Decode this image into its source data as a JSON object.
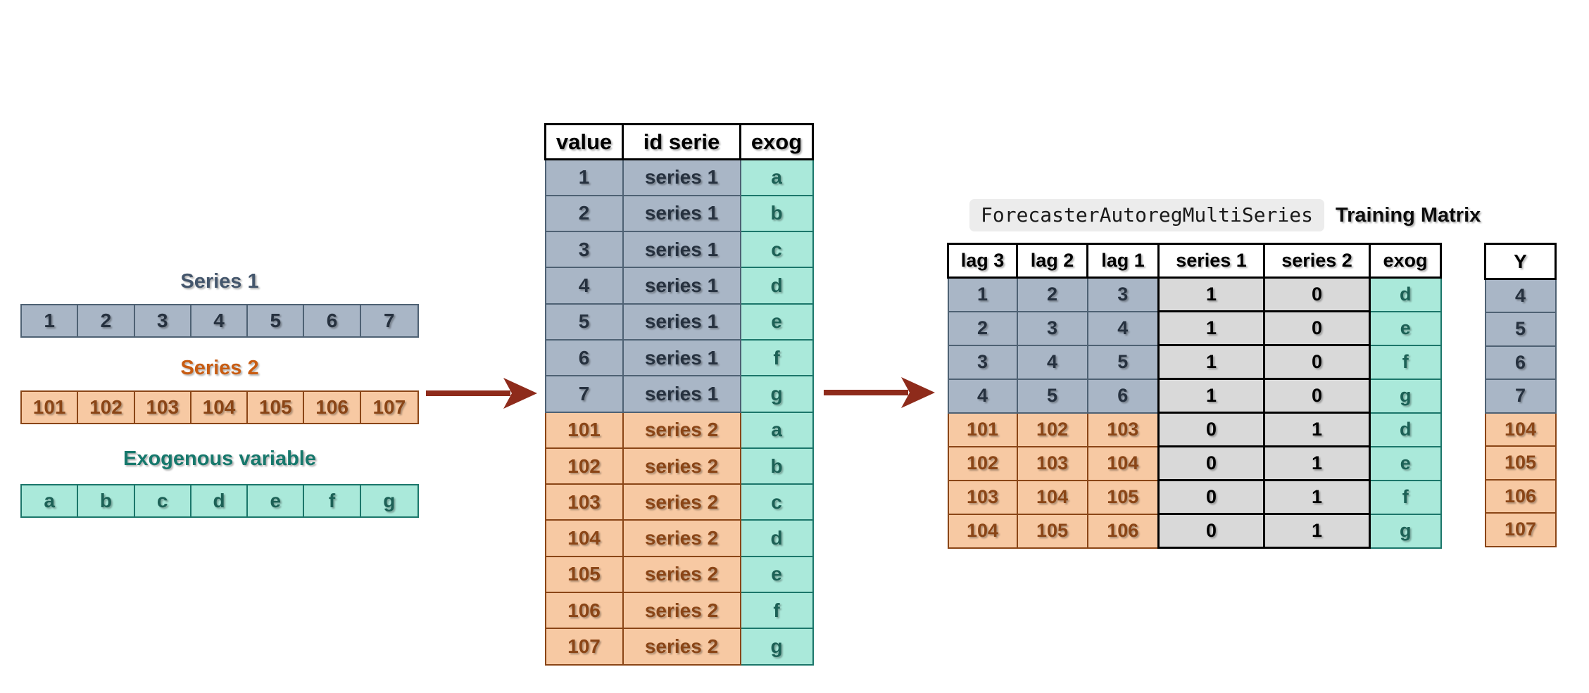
{
  "left": {
    "series1_title": "Series 1",
    "series1_values": [
      "1",
      "2",
      "3",
      "4",
      "5",
      "6",
      "7"
    ],
    "series2_title": "Series 2",
    "series2_values": [
      "101",
      "102",
      "103",
      "104",
      "105",
      "106",
      "107"
    ],
    "exog_title": "Exogenous variable",
    "exog_values": [
      "a",
      "b",
      "c",
      "d",
      "e",
      "f",
      "g"
    ]
  },
  "middle_table": {
    "headers": [
      "value",
      "id serie",
      "exog"
    ],
    "rows": [
      {
        "value": "1",
        "serie": "series 1",
        "exog": "a",
        "theme": "s1"
      },
      {
        "value": "2",
        "serie": "series 1",
        "exog": "b",
        "theme": "s1"
      },
      {
        "value": "3",
        "serie": "series 1",
        "exog": "c",
        "theme": "s1"
      },
      {
        "value": "4",
        "serie": "series 1",
        "exog": "d",
        "theme": "s1"
      },
      {
        "value": "5",
        "serie": "series 1",
        "exog": "e",
        "theme": "s1"
      },
      {
        "value": "6",
        "serie": "series 1",
        "exog": "f",
        "theme": "s1"
      },
      {
        "value": "7",
        "serie": "series 1",
        "exog": "g",
        "theme": "s1"
      },
      {
        "value": "101",
        "serie": "series 2",
        "exog": "a",
        "theme": "s2"
      },
      {
        "value": "102",
        "serie": "series 2",
        "exog": "b",
        "theme": "s2"
      },
      {
        "value": "103",
        "serie": "series 2",
        "exog": "c",
        "theme": "s2"
      },
      {
        "value": "104",
        "serie": "series 2",
        "exog": "d",
        "theme": "s2"
      },
      {
        "value": "105",
        "serie": "series 2",
        "exog": "e",
        "theme": "s2"
      },
      {
        "value": "106",
        "serie": "series 2",
        "exog": "f",
        "theme": "s2"
      },
      {
        "value": "107",
        "serie": "series 2",
        "exog": "g",
        "theme": "s2"
      }
    ]
  },
  "right": {
    "code_label": "ForecasterAutoregMultiSeries",
    "title": "Training Matrix",
    "train_table": {
      "headers": [
        "lag 3",
        "lag 2",
        "lag 1",
        "series 1",
        "series 2",
        "exog"
      ],
      "rows": [
        {
          "lags": [
            "1",
            "2",
            "3"
          ],
          "series1": "1",
          "series2": "0",
          "exog": "d",
          "theme": "s1"
        },
        {
          "lags": [
            "2",
            "3",
            "4"
          ],
          "series1": "1",
          "series2": "0",
          "exog": "e",
          "theme": "s1"
        },
        {
          "lags": [
            "3",
            "4",
            "5"
          ],
          "series1": "1",
          "series2": "0",
          "exog": "f",
          "theme": "s1"
        },
        {
          "lags": [
            "4",
            "5",
            "6"
          ],
          "series1": "1",
          "series2": "0",
          "exog": "g",
          "theme": "s1"
        },
        {
          "lags": [
            "101",
            "102",
            "103"
          ],
          "series1": "0",
          "series2": "1",
          "exog": "d",
          "theme": "s2"
        },
        {
          "lags": [
            "102",
            "103",
            "104"
          ],
          "series1": "0",
          "series2": "1",
          "exog": "e",
          "theme": "s2"
        },
        {
          "lags": [
            "103",
            "104",
            "105"
          ],
          "series1": "0",
          "series2": "1",
          "exog": "f",
          "theme": "s2"
        },
        {
          "lags": [
            "104",
            "105",
            "106"
          ],
          "series1": "0",
          "series2": "1",
          "exog": "g",
          "theme": "s2"
        }
      ]
    },
    "y_table": {
      "header": "Y",
      "values": [
        {
          "value": "4",
          "theme": "s1"
        },
        {
          "value": "5",
          "theme": "s1"
        },
        {
          "value": "6",
          "theme": "s1"
        },
        {
          "value": "7",
          "theme": "s1"
        },
        {
          "value": "104",
          "theme": "s2"
        },
        {
          "value": "105",
          "theme": "s2"
        },
        {
          "value": "106",
          "theme": "s2"
        },
        {
          "value": "107",
          "theme": "s2"
        }
      ]
    }
  },
  "colors": {
    "series1_fill": "#a9b6c6",
    "series1_border": "#4e6173",
    "series1_text": "#26313f",
    "series1_title": "#44566c",
    "series2_fill": "#f7c9a3",
    "series2_border": "#8a4516",
    "series2_text": "#8a4516",
    "series2_title": "#c85c12",
    "exog_fill": "#aae9da",
    "exog_border": "#1b766a",
    "exog_text": "#1c6156",
    "exog_title": "#16786c",
    "indicator_fill": "#d9d9d9",
    "header_bg": "#ffffff",
    "arrow": "#8e2b1b",
    "code_chip_bg": "#ececec"
  }
}
